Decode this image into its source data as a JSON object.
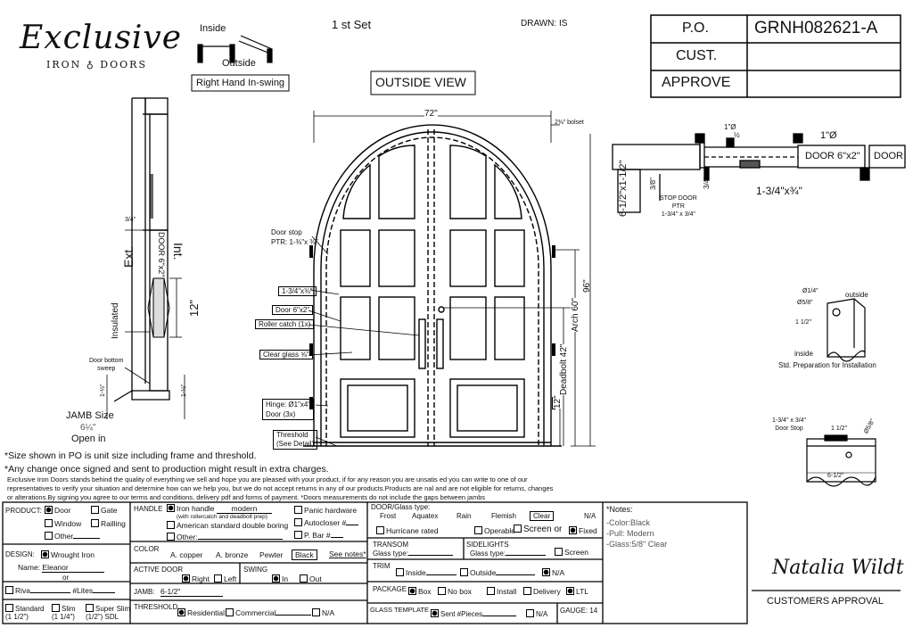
{
  "header": {
    "brand_name": "Exclusive",
    "brand_sub": "IRON ♁ DOORS",
    "inside": "Inside",
    "outside": "Outside",
    "swing": "Right Hand In-swing",
    "set": "1 st Set",
    "drawn": "DRAWN: IS",
    "view": "OUTSIDE VIEW"
  },
  "title_block": {
    "po_label": "P.O.",
    "po_value": "GRNH082621-A",
    "cust_label": "CUST.",
    "approve_label": "APPROVE"
  },
  "drawing": {
    "width_dim": "72\"",
    "bolt_dim": "2⅜\" bolset",
    "height_dim": "96\"",
    "arch_dim": "Arch 60\"",
    "deadbolt_dim": "Deadbolt 42\"",
    "twelve": "12\"",
    "callouts": [
      "Door stop\nPTR: 1-⅜\"x ⅜\"",
      "1-3/4\"x⅜\"",
      "Door 6\"x2\"",
      "Roller catch  (1x)",
      "Clear glass ⅝\"",
      "Hinge: Ø1\"x4\"\nDoor (3x)",
      "Threshold\n(See Detail)"
    ]
  },
  "section": {
    "three_q": "3/4\"",
    "door": "DOOR 6\"x2\"",
    "ext": "Ext.",
    "int": "Int.",
    "insulated": "Insulated",
    "twelve": "12\"",
    "sweep": "Door bottom\nsweep",
    "jamb_size": "JAMB Size",
    "jamb_val": "6¼\"",
    "open_in": "Open in",
    "small_1": "1-½\"",
    "small_2": "1-½\""
  },
  "plan": {
    "one_q": "1\"Ø",
    "half": "½",
    "one_q2": "1\"Ø",
    "door1": "DOOR 6\"x2\"",
    "door2": "DOOR",
    "jamb": "6-1/2\"x1-1/2\"",
    "three_eight": "3/8\"",
    "three_q": "3/4\"",
    "stop": "STOP DOOR\nPTR\n1-3/4\" x 3/4\"",
    "bar": "1-3/4\"x¾\""
  },
  "details": {
    "d1": "Ø1/4\"",
    "d2": "Ø5/8\"",
    "d3": "1 1/2\"",
    "outside": "outside",
    "inside": "inside",
    "prep": "Std. Preparation for Installation",
    "stop_label": "1-3/4\" x 3/4\"\nDoor Stop",
    "stop_w": "1 1/2\"",
    "stop_d": "Ø5/8\"",
    "stop_base": "6-1/2\""
  },
  "notes": {
    "size_note": "*Size shown in PO is unit size including frame and threshold.",
    "change_note": "*Any change once signed and sent to production might result in extra charges.",
    "para1": "Exclusive Iron Doors stands behind the quality of everything we sell and hope you are pleased with your product, if for any reason you are unsatis    ed you can write to one of our",
    "para2": "representatives to verify your situation and determine how can we help you, but we do not accept returns in any of our products.Products are      nal and are not eligible for returns, changes",
    "para3": "or alterations.By signing you agree to our terms and conditions, delivery pdf and forms of payment. *Doors measurements do not include the gaps between jambs"
  },
  "form": {
    "product_label": "PRODUCT:",
    "door": "Door",
    "gate": "Gate",
    "window": "Window",
    "railing": "Railling",
    "other": "Other",
    "design_label": "DESIGN:",
    "wrought": "Wrought Iron",
    "name_label": "Name:",
    "name_value": "Eleanor",
    "or": "or",
    "riva": "Riva",
    "lites": "#Lites",
    "standard": "Standard\n(1 1/2\")",
    "slim": "Slim\n(1 1/4\")",
    "super_slim": "Super Slim\n(1/2\") SDL",
    "handle_label": "HANDLE",
    "iron_handle": "Iron handle",
    "iron_handle_val": "modern",
    "iron_handle_sub": "(with rollercatch and deadbolt prep)",
    "american": "American standard double boring",
    "h_other": "Other:",
    "panic": "Panic hardware",
    "autocloser": "Autocloser #",
    "pbar": "P. Bar #",
    "color_label": "COLOR",
    "copper": "A. copper",
    "bronze": "A. bronze",
    "pewter": "Pewter",
    "black": "Black",
    "see_notes": "See notes*",
    "active_label": "ACTIVE DOOR",
    "right": "Right",
    "left": "Left",
    "swing_label": "SWING",
    "in": "In",
    "out": "Out",
    "jamb_label": "JAMB:",
    "jamb_value": "6-1/2\"",
    "threshold_label": "THRESHOLD",
    "residential": "Residential",
    "commercial": "Commercial",
    "na": "N/A",
    "glass_label": "DOOR/Glass type:",
    "frost": "Frost",
    "aquatex": "Aquatex",
    "rain": "Rain",
    "flemish": "Flemish",
    "clear": "Clear",
    "g_na": "N/A",
    "hurricane": "Hurricane rated",
    "operable": "Operable",
    "screen_or": "Screen or",
    "fixed": "Fixed",
    "transom_label": "TRANSOM",
    "glass_type": "Glass type:",
    "sidelights_label": "SIDELIGHTS",
    "glass_type2": "Glass type:",
    "screen": "Screen",
    "trim_label": "TRIM",
    "t_inside": "Inside",
    "t_outside": "Outside",
    "t_na": "N/A",
    "package_label": "PACKAGE",
    "box": "Box",
    "nobox": "No box",
    "install": "Install",
    "delivery": "Delivery",
    "ltl": "LTL",
    "template_label": "GLASS TEMPLATE",
    "sent": "Sent #Pieces",
    "tp_na": "N/A",
    "gauge": "GAUGE: 14",
    "notes_label": "*Notes:",
    "note1": "-Color:Black",
    "note2": "-Pull: Modern",
    "note3": "-Glass:5/8\" Clear"
  },
  "approval": {
    "signature": "Natalia Wildt",
    "label": "CUSTOMERS APPROVAL"
  }
}
